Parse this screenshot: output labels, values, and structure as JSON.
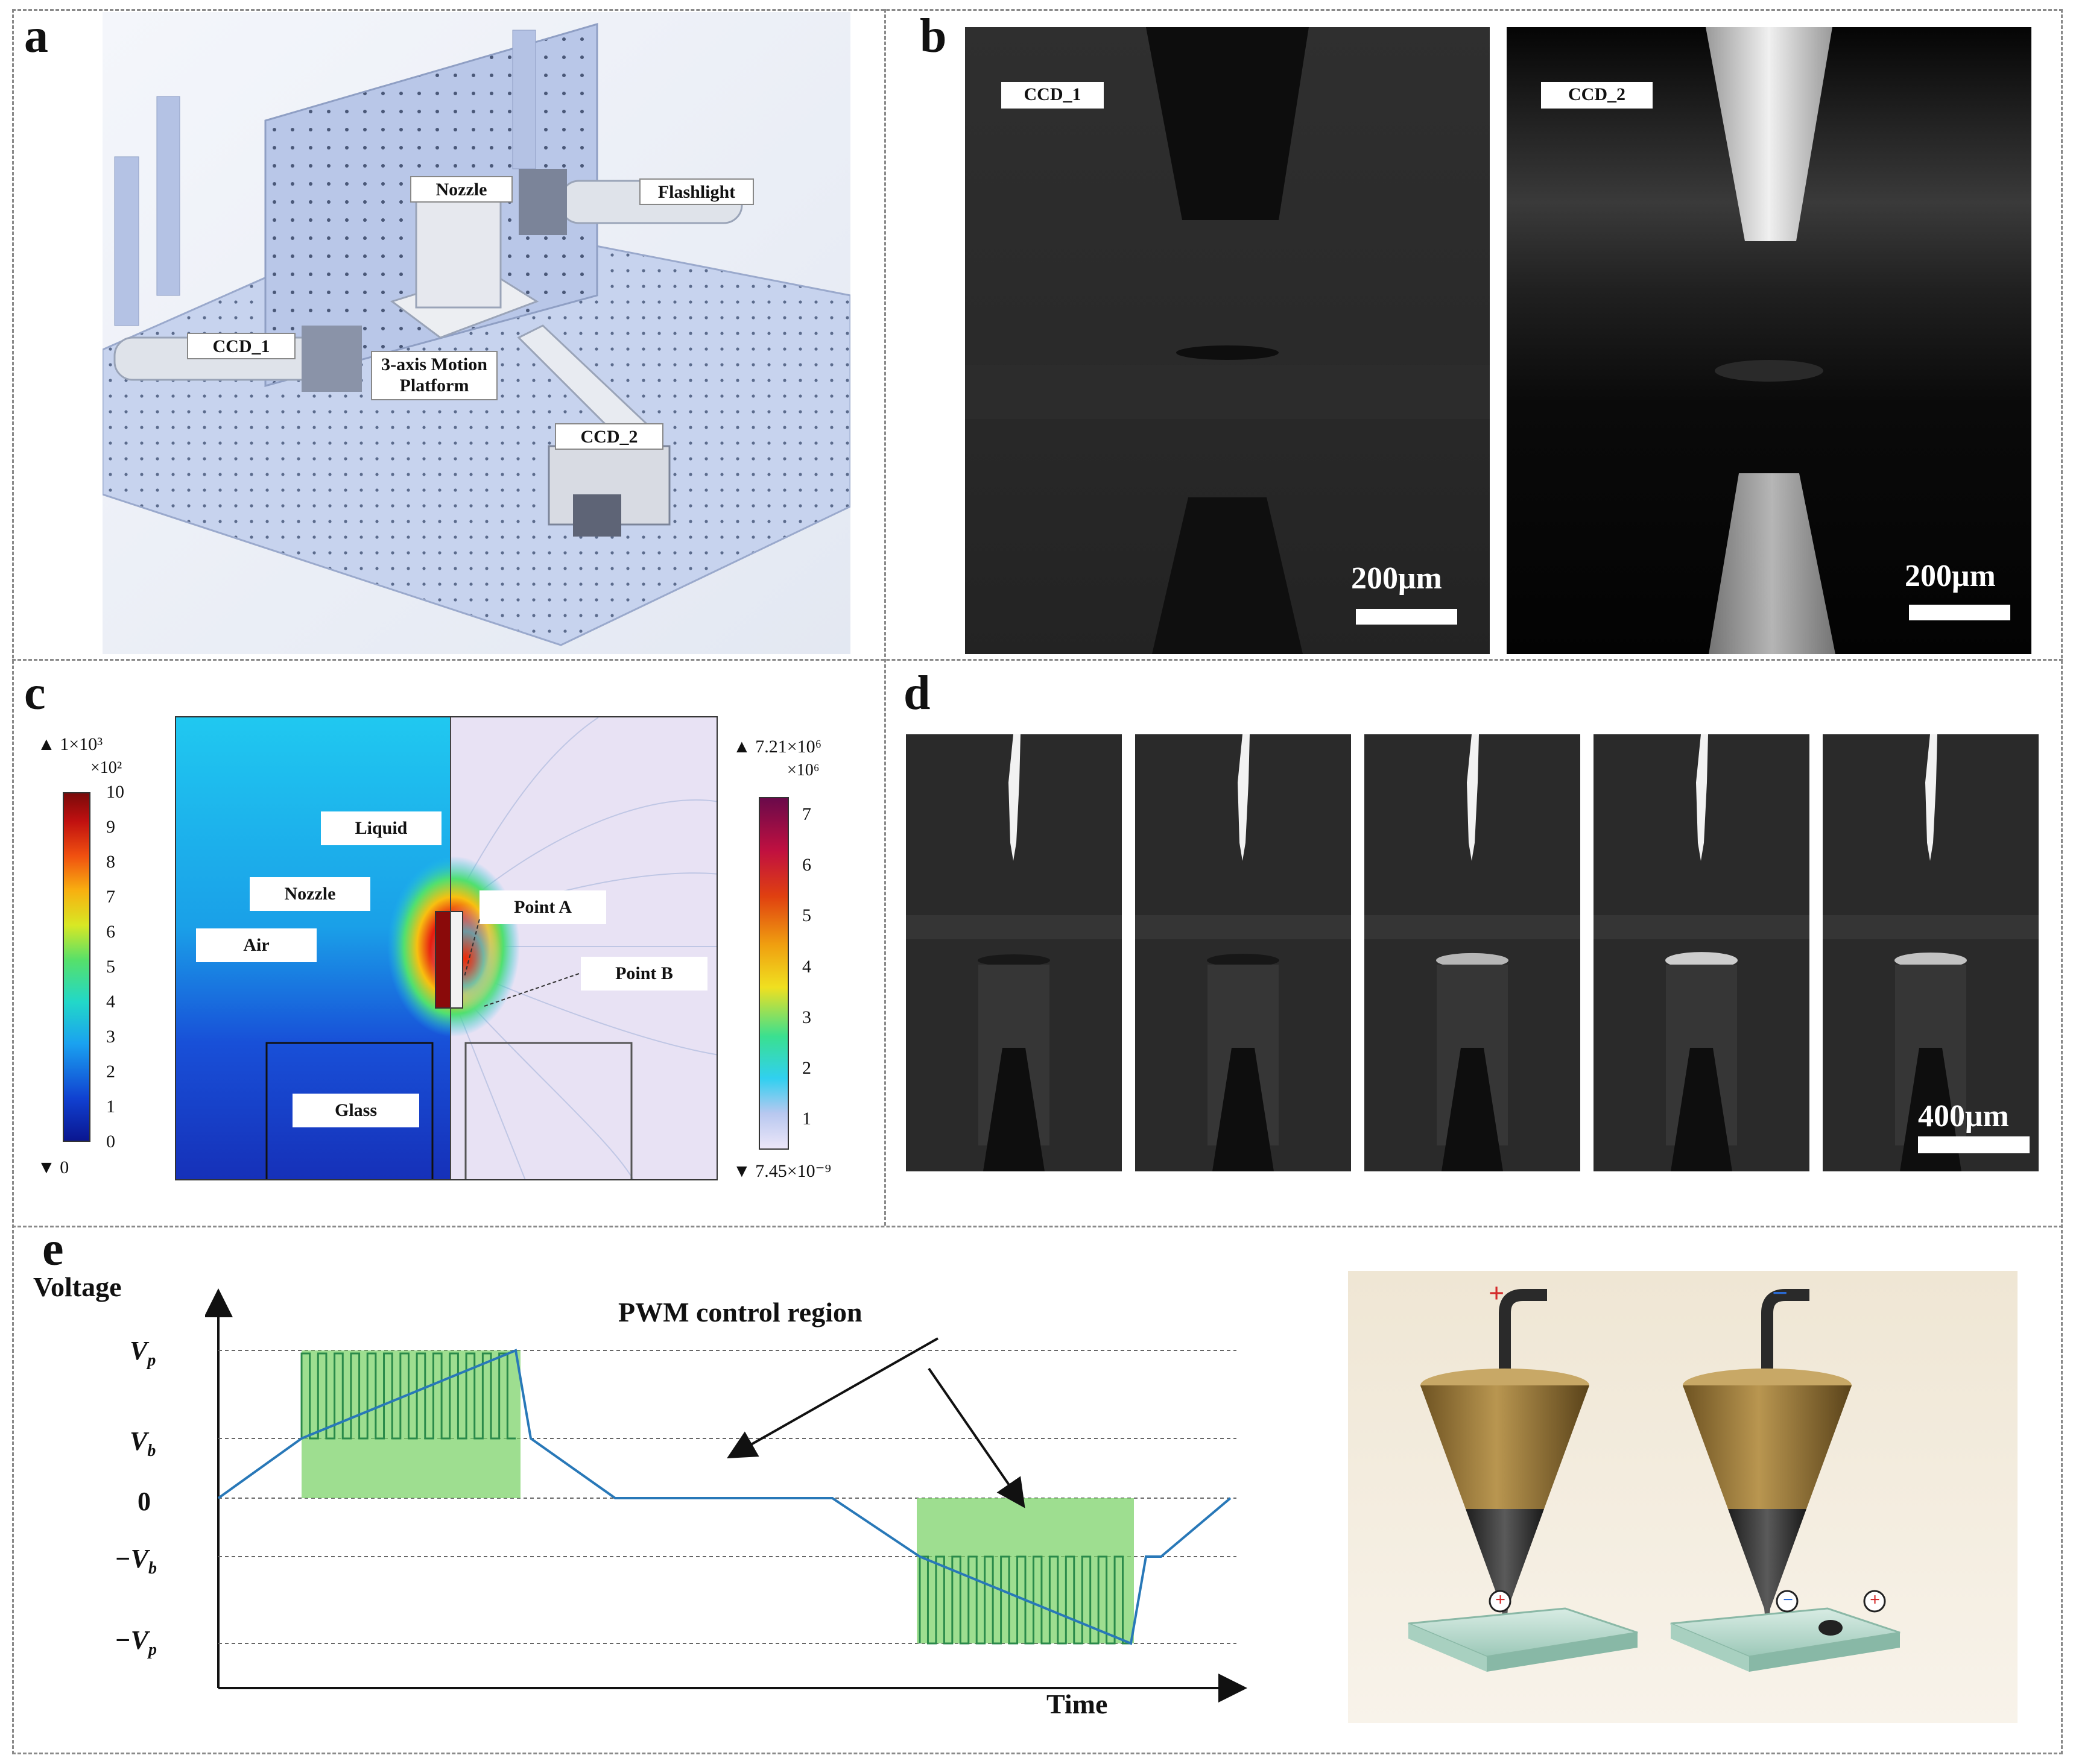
{
  "panels": {
    "a": {
      "letter": "a",
      "labels": {
        "nozzle": "Nozzle",
        "flashlight": "Flashlight",
        "ccd1": "CCD_1",
        "motion": "3-axis Motion Platform",
        "ccd2": "CCD_2"
      }
    },
    "b": {
      "letter": "b",
      "left_tag": "CCD_1",
      "right_tag": "CCD_2",
      "scale_left": "200μm",
      "scale_right": "200μm"
    },
    "c": {
      "letter": "c",
      "left_top_marker": "▲ 1×10³",
      "left_multiplier": "×10²",
      "left_ticks": [
        "10",
        "9",
        "8",
        "7",
        "6",
        "5",
        "4",
        "3",
        "2",
        "1",
        "0"
      ],
      "left_bottom_marker": "▼ 0",
      "right_top_marker": "▲ 7.21×10⁶",
      "right_multiplier": "×10⁶",
      "right_ticks": [
        "7",
        "6",
        "5",
        "4",
        "3",
        "2",
        "1"
      ],
      "right_bottom_marker": "▼ 7.45×10⁻⁹",
      "labels": {
        "liquid": "Liquid",
        "nozzle": "Nozzle",
        "air": "Air",
        "glass": "Glass",
        "pointA": "Point A",
        "pointB": "Point B"
      }
    },
    "d": {
      "letter": "d",
      "scale": "400μm"
    },
    "e": {
      "letter": "e",
      "ylabel": "Voltage",
      "xlabel": "Time",
      "annotation": "PWM control region",
      "levels": [
        "Vp",
        "Vb",
        "0",
        "−Vb",
        "−Vp"
      ],
      "plus_sign": "+",
      "minus_sign": "−"
    }
  },
  "colors": {
    "line": "#2878b8",
    "pwm_fill": "#7ed36b",
    "pwm_line": "#2a8a4a",
    "field_blue": "#1ec0f0",
    "field_lavender": "#e8e2f4",
    "bronze": "#9a7a3a"
  },
  "chart_data": {
    "type": "line",
    "title": "",
    "xlabel": "Time",
    "ylabel": "Voltage",
    "y_levels": [
      "Vp",
      "Vb",
      "0",
      "−Vb",
      "−Vp"
    ],
    "series": [
      {
        "x": [
          0,
          1,
          1.4,
          2,
          2.1,
          2.4,
          3.8,
          4.6,
          4.6,
          5.3,
          5.6,
          6
        ],
        "values": [
          "0",
          "Vb",
          "Vp/Vb PWM",
          "Vb",
          "Vb",
          "0",
          "0",
          "−Vb",
          "−Vb/−Vp PWM",
          "−Vb",
          "−Vb",
          "0"
        ]
      }
    ]
  }
}
